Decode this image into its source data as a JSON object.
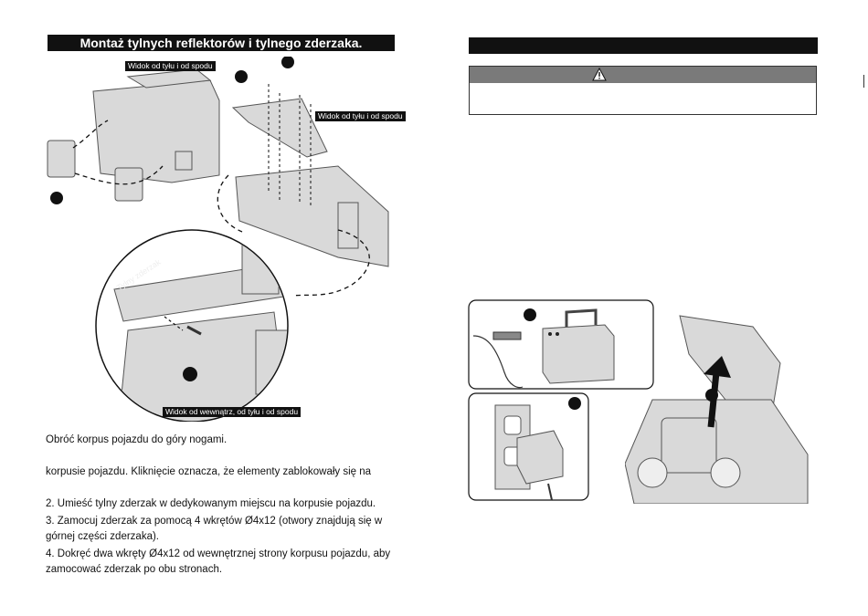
{
  "left": {
    "title": "Montaż tylnych reflektorów i tylnego zderzaka.",
    "labels": {
      "rear_bottom_view_1": "Widok od tyłu i od spodu",
      "rear_bottom_view_2": "Widok od tyłu i od spodu",
      "bumper_label": "Tylny zderzak",
      "inside_view": "Widok od wewnątrz, od tyłu i od spodu"
    },
    "instructions": [
      "Obróć korpus pojazdu do góry nogami.",
      "korpusie pojazdu. Kliknięcie oznacza, że elementy zablokowały się na",
      "2. Umieść tylny zderzak w dedykowanym miejscu na korpusie pojazdu.",
      "3. Zamocuj zderzak za pomocą 4 wkrętów Ø4x12 (otwory znajdują się w",
      "górnej części zderzaka).",
      "4. Dokręć dwa wkręty Ø4x12 od wewnętrznej strony korpusu pojazdu, aby",
      "zamocować zderzak po obu stronach."
    ]
  },
  "right": {
    "section_title": "",
    "warning_title": "",
    "warning_text": ""
  },
  "icons": {
    "warning": "warning-triangle-icon"
  },
  "colors": {
    "header_bg": "#111111",
    "warning_bg": "#7a7a7a"
  }
}
